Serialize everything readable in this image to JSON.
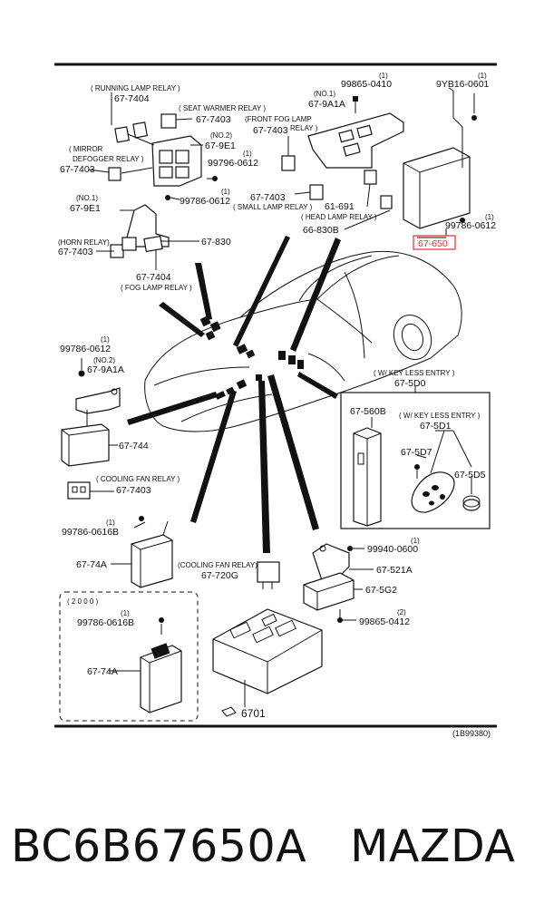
{
  "diagram": {
    "labels": {
      "running_lamp_relay": "( RUNNING LAMP RELAY )",
      "p_67_7404_a": "67-7404",
      "seat_warmer_relay": "( SEAT WARMER RELAY )",
      "p_67_7403_a": "67-7403",
      "no2_a": "(NO.2)",
      "p_67_9e1_a": "67-9E1",
      "mirror": "( MIRROR",
      "defogger_relay": "DEFOGGER RELAY )",
      "p_67_7403_b": "67-7403",
      "q1_a": "(1)",
      "p_99796_0612": "99796-0612",
      "q1_b": "(1)",
      "p_99786_0612_a": "99786-0612",
      "no1_a": "(NO.1)",
      "p_67_9e1_b": "67-9E1",
      "horn_relay": "(HORN RELAY)",
      "p_67_7403_c": "67-7403",
      "p_67_830": "67-830",
      "p_67_7404_b": "67-7404",
      "fog_lamp_relay": "( FOG LAMP RELAY )",
      "q1_c": "(1)",
      "p_99865_0410": "99865-0410",
      "no1_b": "(NO.1)",
      "p_67_9a1a_a": "67-9A1A",
      "front_fog_lamp": "(FRONT FOG LAMP",
      "relay_close": "RELAY )",
      "p_67_7403_d": "67-7403",
      "q1_d": "(1)",
      "p_9yb16_0601": "9YB16-0601",
      "p_67_7403_e": "67-7403",
      "small_lamp_relay": "( SMALL LAMP RELAY )",
      "p_61_691": "61-691",
      "head_lamp_relay": "( HEAD LAMP RELAY )",
      "p_66_830b": "66-830B",
      "p_99786_0612_b": "99786-0612",
      "q1_e": "(1)",
      "p_67_650": "67-650",
      "q1_f": "(1)",
      "p_99786_0612_c": "99786-0612",
      "no2_b": "(NO.2)",
      "p_67_9a1a_b": "67-9A1A",
      "p_67_744": "67-744",
      "cooling_fan_relay_a": "( COOLING FAN RELAY )",
      "p_67_7403_f": "67-7403",
      "q1_g": "(1)",
      "p_99786_0616b_a": "99786-0616B",
      "p_67_74a_a": "67-74A",
      "year_2000": "( 2 0 0 0 )",
      "q1_h": "(1)",
      "p_99786_0616b_b": "99786-0616B",
      "p_67_74a_b": "67-74A",
      "cooling_fan_relay_b": "(COOLING FAN RELAY)",
      "p_67_720g": "67-720G",
      "p_6701": "6701",
      "wkeyless_a": "( W/ KEY LESS ENTRY )",
      "p_67_5d0": "67-5D0",
      "p_67_560b": "67-560B",
      "wkeyless_b": "( W/ KEY LESS ENTRY )",
      "p_67_5d1": "67-5D1",
      "p_67_5d7": "67-5D7",
      "p_67_5d5": "67-5D5",
      "q1_i": "(1)",
      "p_99940_0600": "99940-0600",
      "p_67_521a": "67-521A",
      "p_67_5g2": "67-5G2",
      "q2": "(2)",
      "p_99865_0412": "99865-0412",
      "ref_code": "(1B99380)"
    },
    "highlight_color": "#e03030"
  },
  "caption": {
    "part_number": "BC6B67650A",
    "brand": "MAZDA"
  }
}
